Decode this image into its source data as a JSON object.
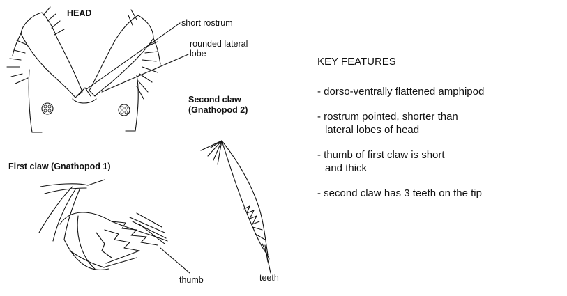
{
  "head": {
    "title": "HEAD",
    "label_rostrum": "short rostrum",
    "label_lobe_line1": "rounded lateral",
    "label_lobe_line2": "lobe"
  },
  "second_claw": {
    "title_line1": "Second claw",
    "title_line2": "(Gnathopod 2)",
    "label_teeth": "teeth"
  },
  "first_claw": {
    "title": "First claw (Gnathopod 1)",
    "label_thumb": "thumb"
  },
  "key_features": {
    "title": "KEY FEATURES",
    "items": [
      "- dorso-ventrally flattened amphipod",
      "- rostrum pointed, shorter than lateral lobes of head",
      "- thumb of first claw is short and thick",
      "- second claw has 3 teeth on the tip"
    ]
  }
}
